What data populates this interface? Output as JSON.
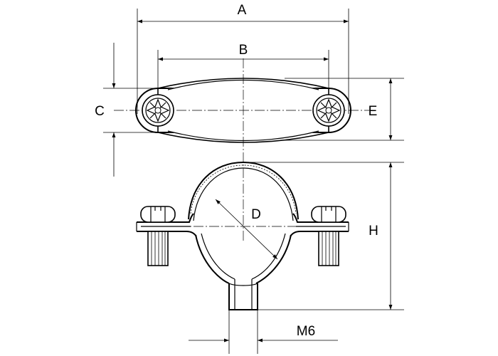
{
  "labels": {
    "a": "A",
    "b": "B",
    "c": "C",
    "e": "E",
    "d": "D",
    "h": "H",
    "m6": "M6"
  }
}
